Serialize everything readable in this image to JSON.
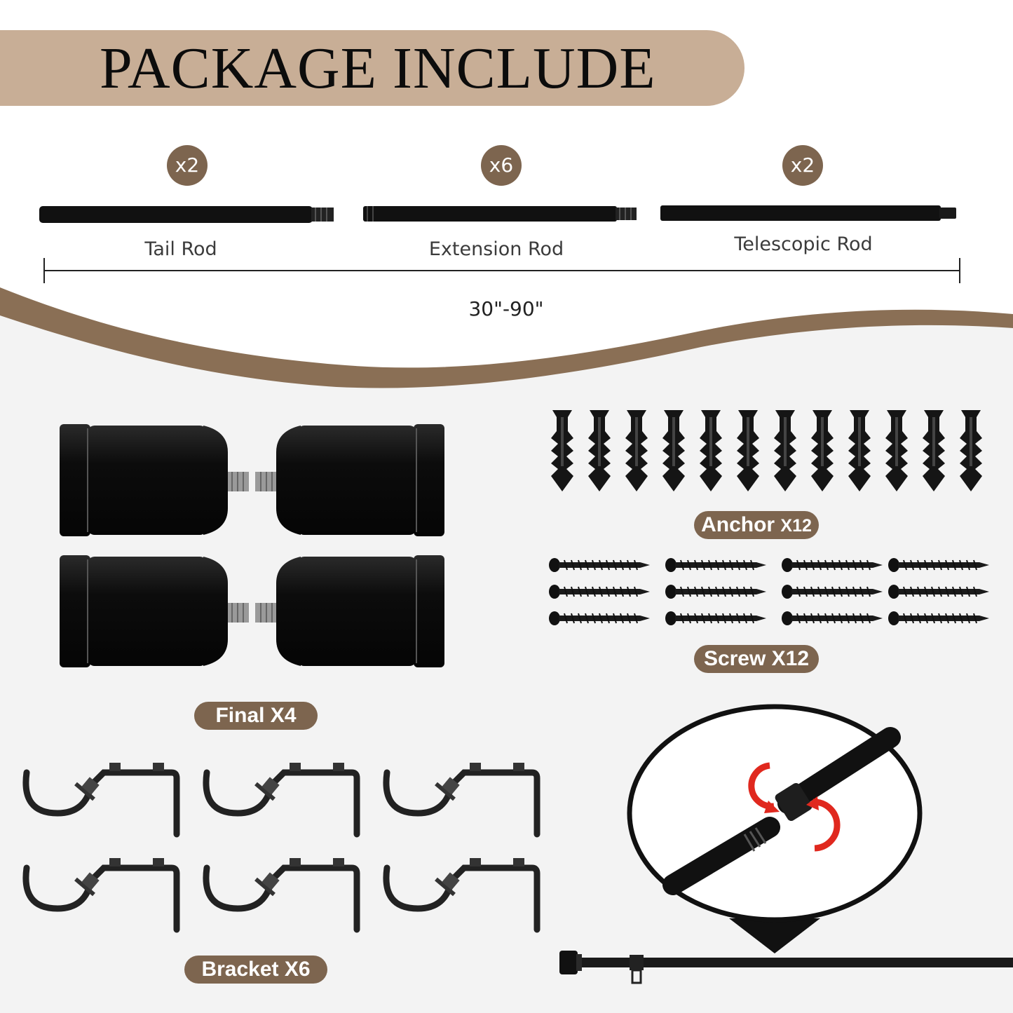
{
  "header": {
    "title": "PACKAGE INCLUDE"
  },
  "rods": [
    {
      "quantity": "x2",
      "label": "Tail Rod"
    },
    {
      "quantity": "x6",
      "label": "Extension Rod"
    },
    {
      "quantity": "x2",
      "label": "Telescopic Rod"
    }
  ],
  "range_label": "30\"-90\"",
  "parts": {
    "anchor": {
      "name": "Anchor",
      "count": "X12"
    },
    "screw": {
      "label": "Screw X12"
    },
    "final": {
      "label": "Final X4"
    },
    "bracket": {
      "label": "Bracket X6"
    }
  },
  "colors": {
    "accent_brown": "#7d654f",
    "banner_tan": "#c8ae96",
    "rotate_arrow_red": "#e0281e"
  },
  "icons": [
    "rod-icon",
    "finial-icon",
    "anchor-icon",
    "screw-icon",
    "bracket-icon",
    "rotate-arrow-icon",
    "magnifier-icon",
    "curtain-rod-icon"
  ]
}
